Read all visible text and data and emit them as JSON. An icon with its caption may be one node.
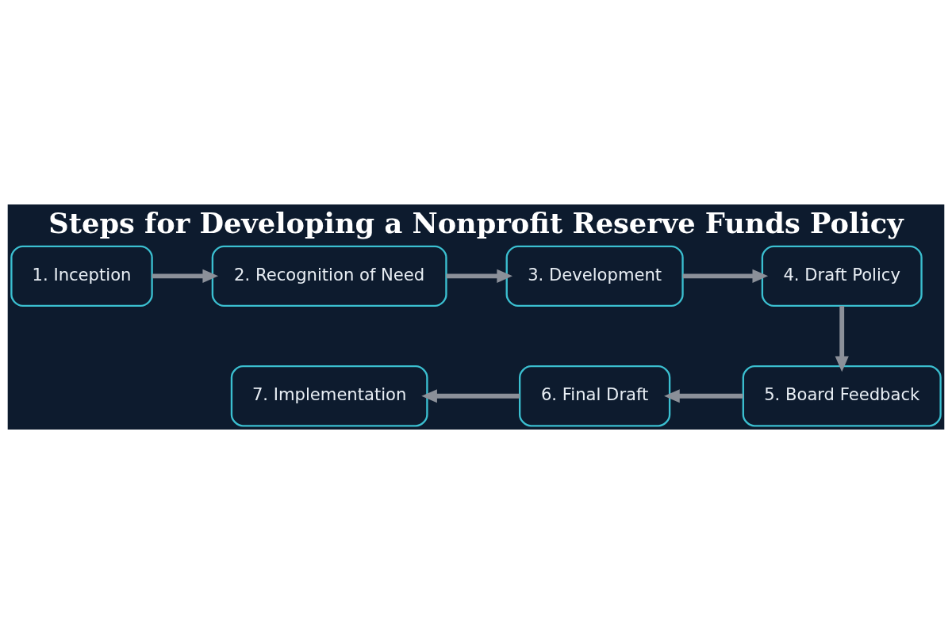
{
  "diagram": {
    "title": "Steps for Developing a Nonprofit Reserve Funds Policy",
    "nodes": [
      {
        "text": [
          "1. Inception"
        ]
      },
      {
        "text": [
          "2. Recognition of Need"
        ]
      },
      {
        "text": [
          "3. Development"
        ]
      },
      {
        "text": [
          "4. Draft Policy"
        ]
      },
      {
        "text": [
          "5. Board Feedback"
        ]
      },
      {
        "text": [
          "6. Final Draft"
        ]
      },
      {
        "text": [
          "7. Implementation"
        ]
      }
    ],
    "edges": [
      {
        "from": 0,
        "to": 1,
        "arrow": "to"
      },
      {
        "from": 1,
        "to": 2,
        "arrow": "to"
      },
      {
        "from": 2,
        "to": 3,
        "arrow": "to"
      },
      {
        "from": 3,
        "to": 4,
        "arrow": "to"
      },
      {
        "from": 4,
        "to": 5,
        "arrow": "to"
      },
      {
        "from": 5,
        "to": 6,
        "arrow": "to"
      }
    ]
  }
}
